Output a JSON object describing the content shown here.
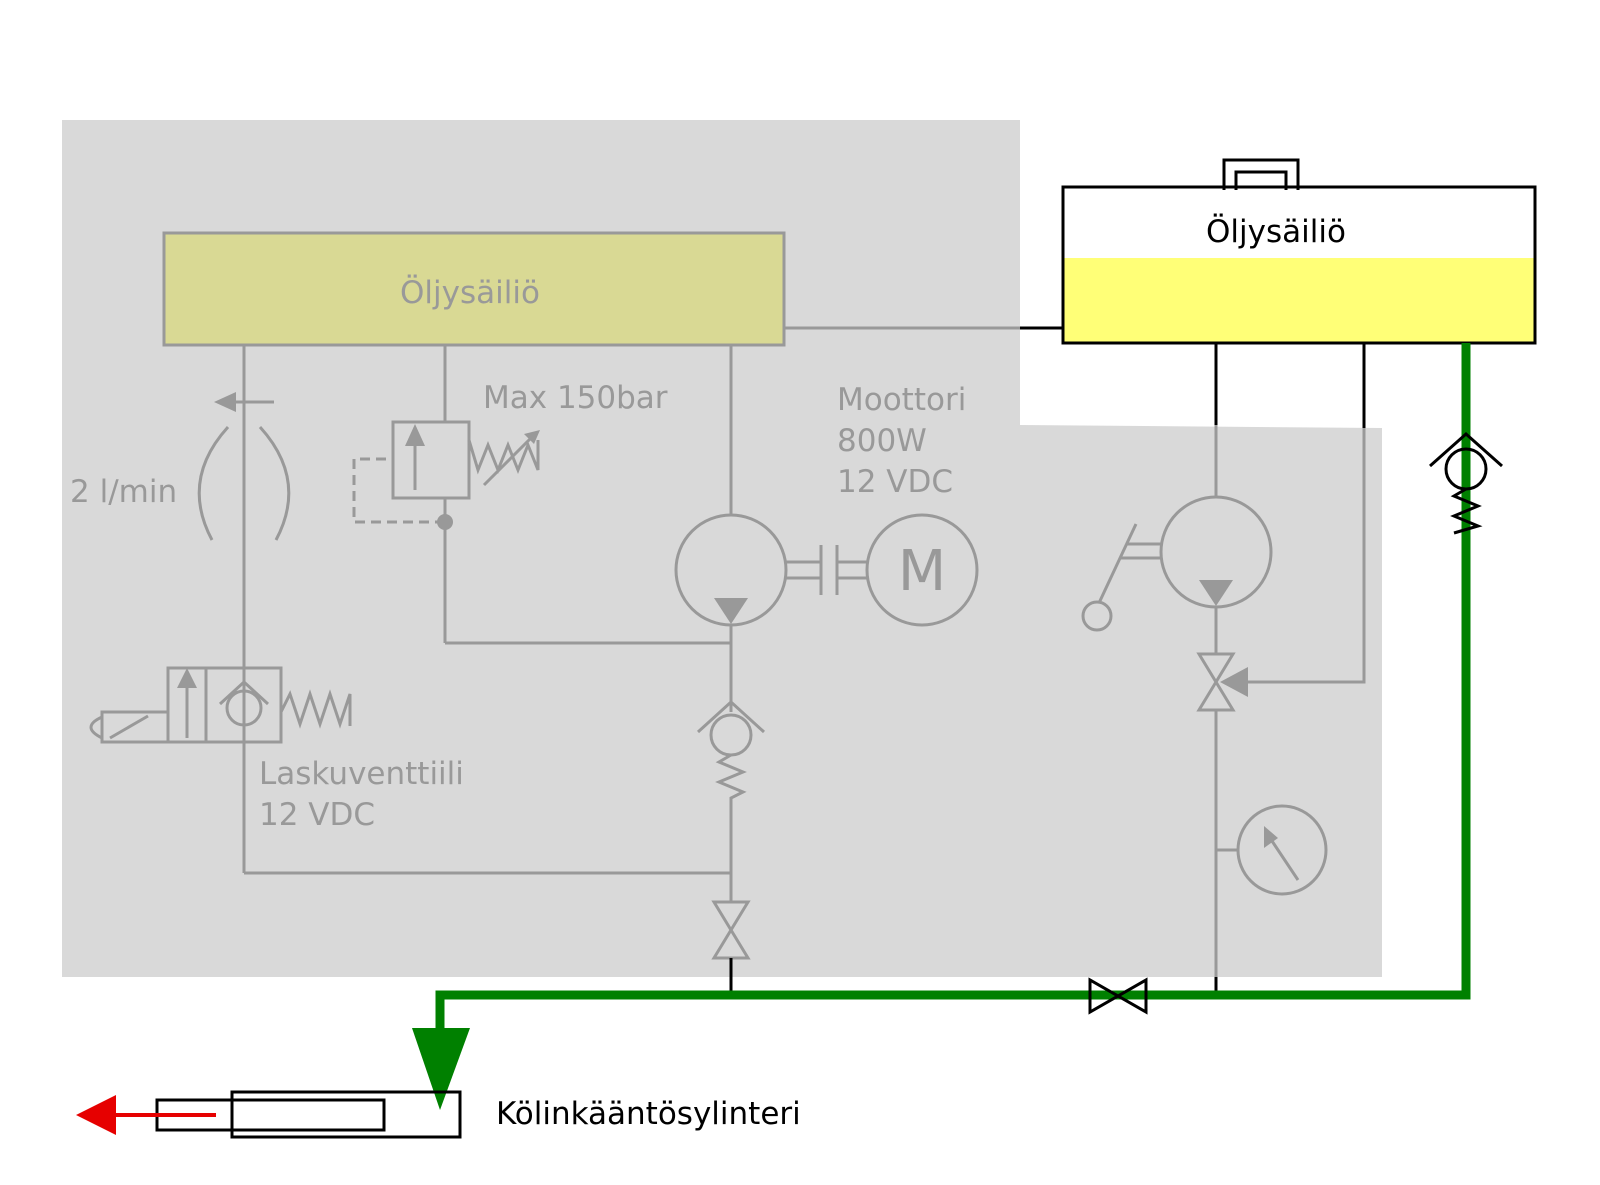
{
  "labels": {
    "tank_left": "Öljysäiliö",
    "tank_right": "Öljysäiliö",
    "relief_valve": "Max 150bar",
    "motor_line1": "Moottori",
    "motor_line2": "800W",
    "motor_line3": "12 VDC",
    "motor_symbol": "M",
    "flow": "2 l/min",
    "lowering_valve_line1": "Laskuventtiili",
    "lowering_valve_line2": "12 VDC",
    "cylinder": "Kölinkääntösylinteri"
  },
  "colors": {
    "panel": "#d9d9d9",
    "inactive_line": "#999999",
    "active_line": "#008000",
    "tank_left_fill": "#d9d994",
    "oil_fill": "#ffff77",
    "arrow_red": "#e60000"
  }
}
